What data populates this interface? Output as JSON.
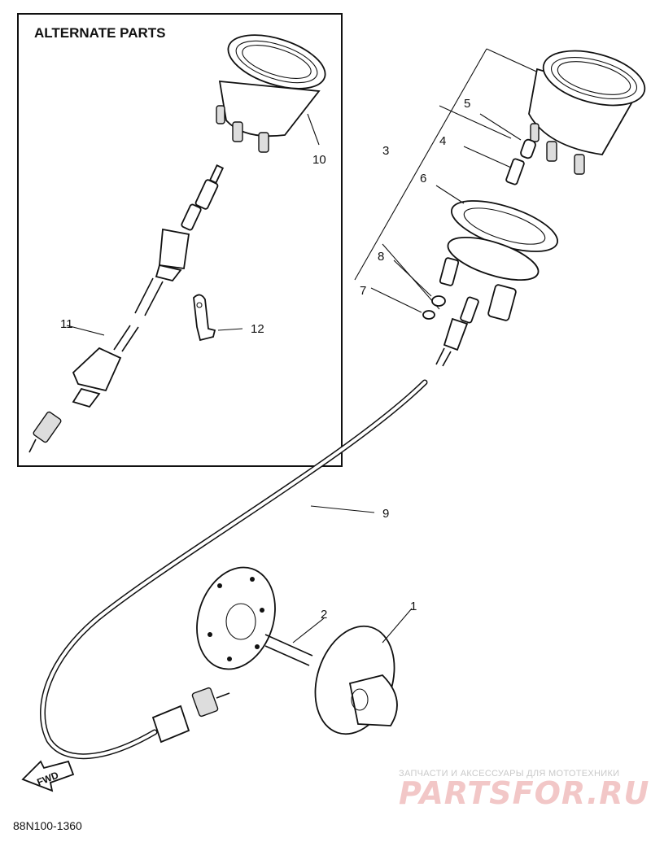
{
  "inset": {
    "title": "ALTERNATE PARTS"
  },
  "callouts": {
    "p1": "1",
    "p2": "2",
    "p3": "3",
    "p4": "4",
    "p5": "5",
    "p6": "6",
    "p7": "7",
    "p8": "8",
    "p9": "9",
    "p10": "10",
    "p11": "11",
    "p12": "12"
  },
  "fwd_arrow": {
    "label": "FWD"
  },
  "drawing_code": "88N100-1360",
  "watermark": {
    "tagline": "ЗАПЧАСТИ И АКСЕССУАРЫ ДЛЯ МОТОТЕХНИКИ",
    "brand": "PARTSFOR.RU"
  }
}
